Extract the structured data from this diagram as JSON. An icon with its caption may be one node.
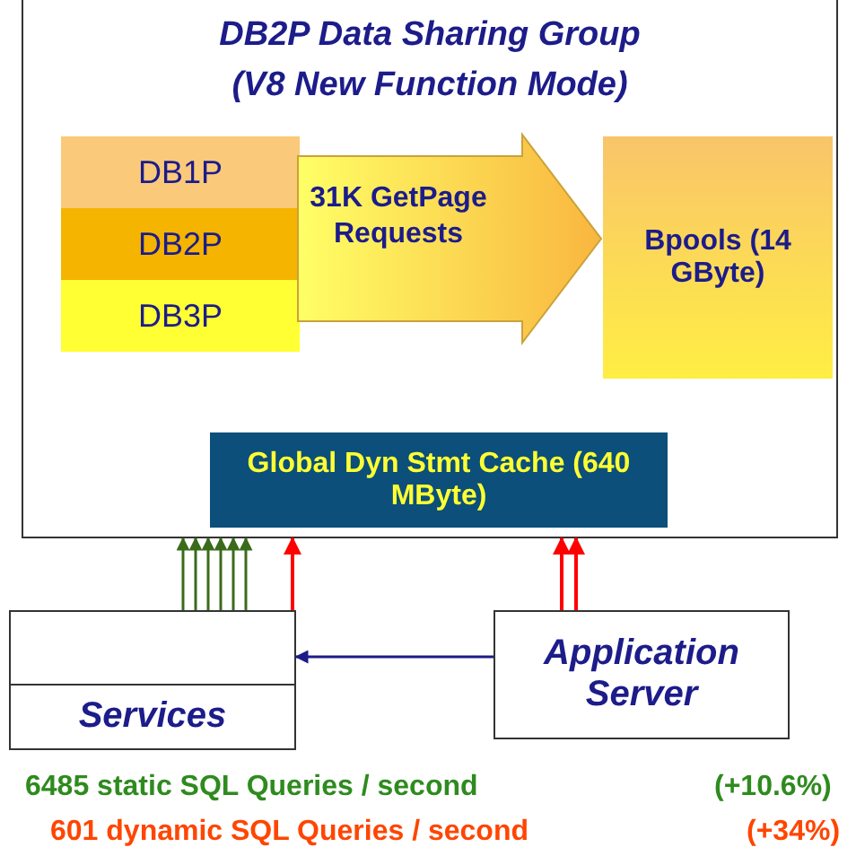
{
  "diagram": {
    "nodes": [
      {
        "text": [
          "DB2P Data Sharing  Group",
          "(V8 New Function Mode)"
        ]
      },
      {
        "text": [
          "DB1P"
        ],
        "in": 0
      },
      {
        "text": [
          "DB2P"
        ],
        "in": 0
      },
      {
        "text": [
          "DB3P"
        ],
        "in": 0
      },
      {
        "text": [
          "Bpools (14 GByte)"
        ],
        "in": 0
      },
      {
        "text": [
          "Global Dyn Stmt Cache (640 MByte)"
        ],
        "in": 0
      },
      {
        "text": [
          "Services"
        ]
      },
      {
        "text": [
          "Application Server"
        ]
      }
    ],
    "edges": [
      {
        "from": 2,
        "to": 4,
        "arrow": "to",
        "label": "31K GetPage Requests",
        "style": "thick",
        "color": "#f9b640"
      },
      {
        "from": 6,
        "to": 0,
        "arrow": "to"
      },
      {
        "from": 6,
        "to": 0,
        "arrow": "to"
      },
      {
        "from": 6,
        "to": 0,
        "arrow": "to"
      },
      {
        "from": 6,
        "to": 0,
        "arrow": "to"
      },
      {
        "from": 6,
        "to": 0,
        "arrow": "to"
      },
      {
        "from": 6,
        "to": 0,
        "arrow": "to"
      },
      {
        "from": 6,
        "to": 0,
        "arrow": "to",
        "color": "#ff0000"
      },
      {
        "from": 7,
        "to": 0,
        "arrow": "to",
        "color": "#ff0000"
      },
      {
        "from": 7,
        "to": 0,
        "arrow": "to",
        "color": "#ff0000"
      },
      {
        "from": 7,
        "to": 6,
        "arrow": "to",
        "color": "#1c1c8a"
      }
    ],
    "labels": [
      "6485 static SQL Queries / second",
      "(+10.6%)",
      "601 dynamic SQL Queries / second",
      "(+34%)"
    ]
  }
}
